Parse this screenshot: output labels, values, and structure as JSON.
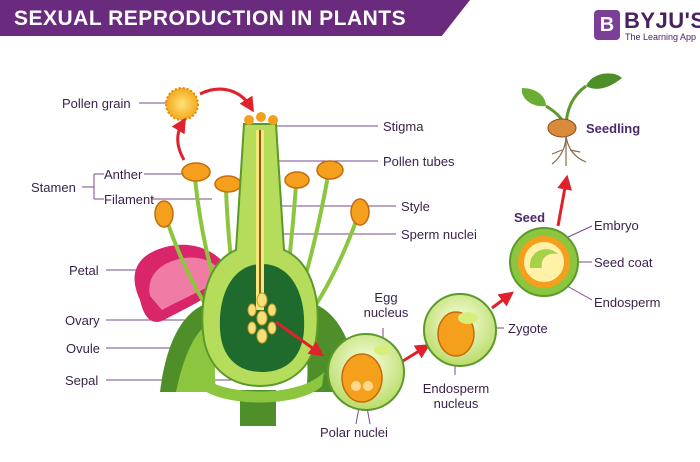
{
  "title": "SEXUAL REPRODUCTION IN PLANTS",
  "logo": {
    "mark": "B",
    "name": "BYJU'S",
    "tagline": "The Learning App"
  },
  "labels": {
    "pollen_grain": "Pollen grain",
    "stamen": "Stamen",
    "anther": "Anther",
    "filament": "Filament",
    "petal": "Petal",
    "ovary": "Ovary",
    "ovule": "Ovule",
    "sepal": "Sepal",
    "stigma": "Stigma",
    "pollen_tubes": "Pollen tubes",
    "style": "Style",
    "sperm_nuclei": "Sperm nuclei",
    "egg_nucleus_1": "Egg",
    "egg_nucleus_2": "nucleus",
    "polar_nuclei": "Polar nuclei",
    "endosperm_nucleus_1": "Endosperm",
    "endosperm_nucleus_2": "nucleus",
    "zygote": "Zygote",
    "seed": "Seed",
    "embryo": "Embryo",
    "seed_coat": "Seed coat",
    "endosperm": "Endosperm",
    "seedling": "Seedling"
  }
}
